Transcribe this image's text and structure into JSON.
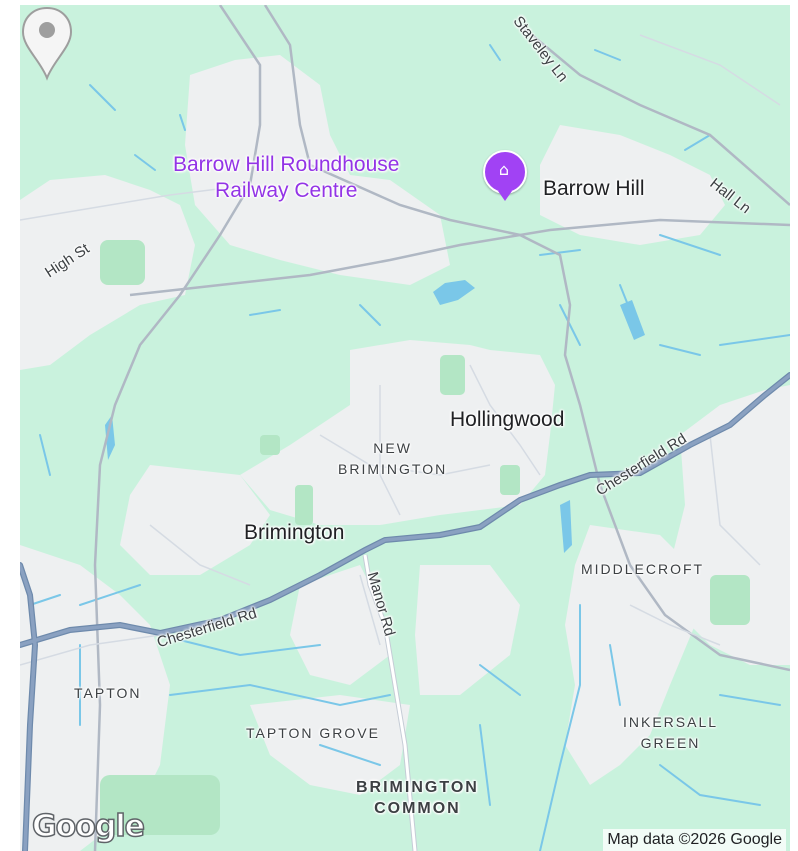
{
  "map": {
    "places": {
      "barrow_hill": "Barrow Hill",
      "hollingwood": "Hollingwood",
      "brimington": "Brimington"
    },
    "areas": {
      "new_brimington": "NEW\nBRIMINGTON",
      "middlecroft": "MIDDLECROFT",
      "tapton": "TAPTON",
      "tapton_grove": "TAPTON GROVE",
      "inkersall_green": "INKERSALL\nGREEN",
      "brimington_common": "BRIMINGTON\nCOMMON"
    },
    "roads": {
      "staveley_ln": "Staveley Ln",
      "hall_ln": "Hall Ln",
      "high_st": "High St",
      "chesterfield_rd_east": "Chesterfield Rd",
      "chesterfield_rd_west": "Chesterfield Rd",
      "manor_rd": "Manor Rd"
    },
    "poi": {
      "name": "Barrow Hill Roundhouse\nRailway Centre",
      "icon": "museum-icon",
      "color": "#a142f4"
    },
    "marker": {
      "icon": "location-pin-icon",
      "color": "#9e9e9e"
    },
    "colors": {
      "land": "#c9f2dd",
      "urban": "#eef0f1",
      "water": "#7ac7e8",
      "major_road": "#8aa1c1",
      "minor_road": "#ffffff"
    }
  },
  "footer": {
    "logo": "Google",
    "attribution": "Map data ©2026 Google"
  }
}
